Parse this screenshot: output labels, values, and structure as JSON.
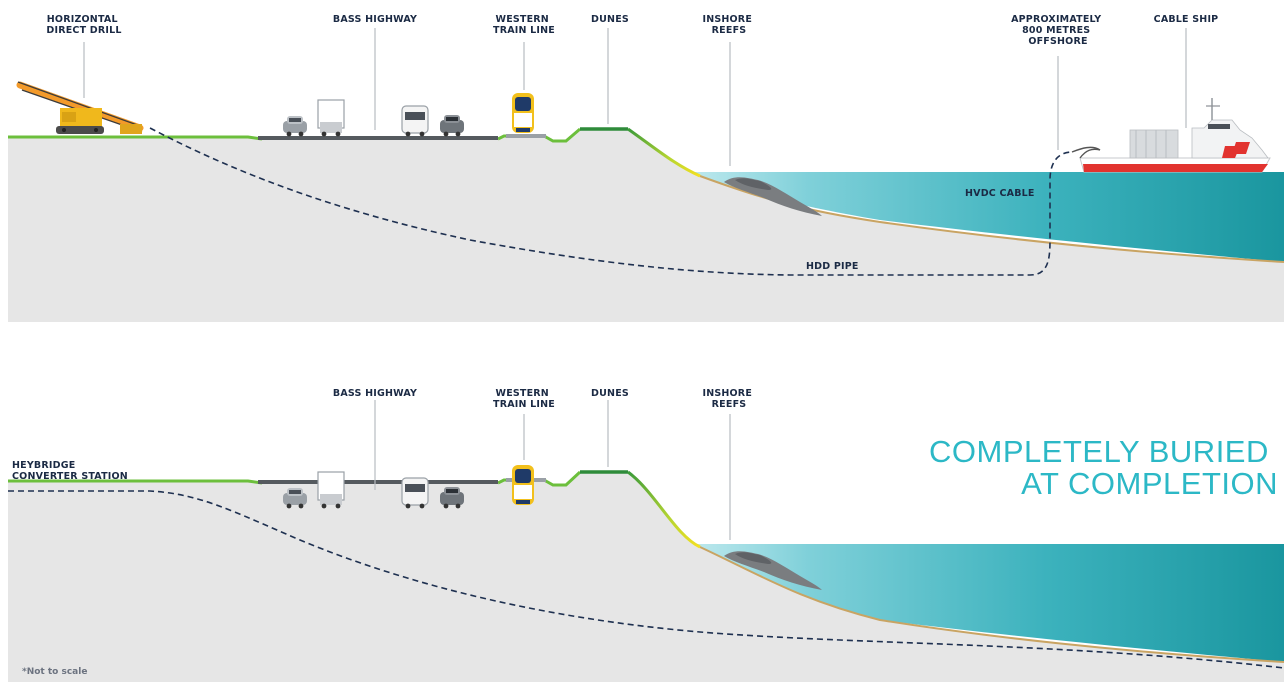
{
  "top_panel": {
    "labels": {
      "hdd": [
        "HORIZONTAL",
        "DIRECT DRILL"
      ],
      "highway": [
        "BASS HIGHWAY"
      ],
      "train": [
        "WESTERN",
        "TRAIN LINE"
      ],
      "dunes": [
        "DUNES"
      ],
      "reefs": [
        "INSHORE",
        "REEFS"
      ],
      "offshore": [
        "APPROXIMATELY",
        "800 METRES",
        "OFFSHORE"
      ],
      "ship": [
        "CABLE SHIP"
      ],
      "cable": "HVDC CABLE",
      "pipe": "HDD PIPE"
    }
  },
  "bottom_panel": {
    "labels": {
      "station": [
        "HEYBRIDGE",
        "CONVERTER STATION"
      ],
      "highway": [
        "BASS HIGHWAY"
      ],
      "train": [
        "WESTERN",
        "TRAIN LINE"
      ],
      "dunes": [
        "DUNES"
      ],
      "reefs": [
        "INSHORE",
        "REEFS"
      ]
    },
    "headline": [
      "COMPLETELY BURIED",
      "AT COMPLETION"
    ],
    "footnote": "*Not to scale"
  },
  "colors": {
    "ground": "#e6e6e6",
    "grass": "#6cbf3c",
    "dune": "#2e8b3a",
    "sea_light": "#8fd6de",
    "sea_dark": "#1a9ea8",
    "road": "#555a5f",
    "pipe": "#1e3050",
    "headline": "#2cb8c6"
  },
  "icons": [
    "drill-rig-icon",
    "car-icon",
    "truck-icon",
    "van-icon",
    "train-icon",
    "ship-icon",
    "reef-rocks-icon"
  ]
}
